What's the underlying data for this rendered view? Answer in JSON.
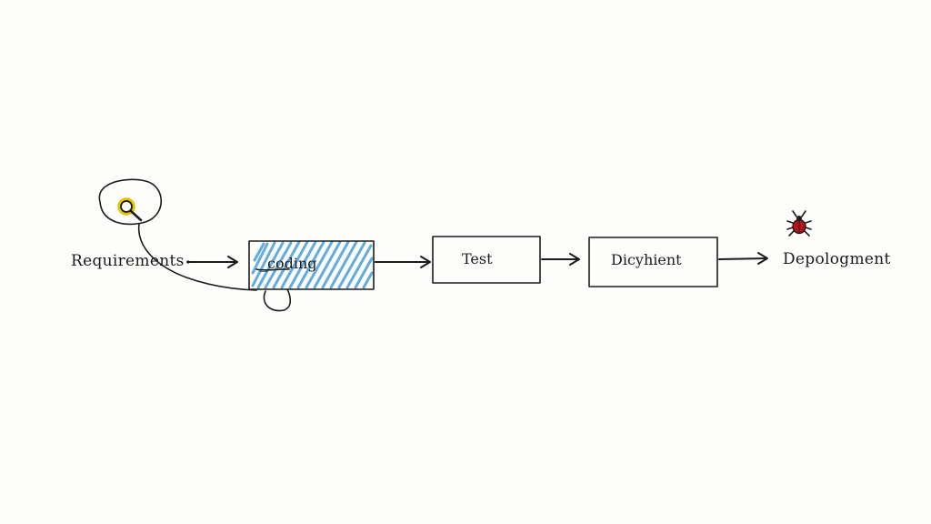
{
  "diagram": {
    "stages": {
      "requirements": "Requirements",
      "coding": "_coding",
      "test": "Test",
      "discyhient": "Dicyhient",
      "deployment": "Depologment"
    },
    "colors": {
      "ink": "#1c1c1c",
      "coding_fill": "#4a9fd8",
      "magnifier_ring": "#e6c200",
      "bug": "#b81414",
      "background": "#fdfdfc"
    },
    "icons": {
      "requirements_icon": "magnifier-icon",
      "deployment_icon": "bug-icon"
    }
  }
}
